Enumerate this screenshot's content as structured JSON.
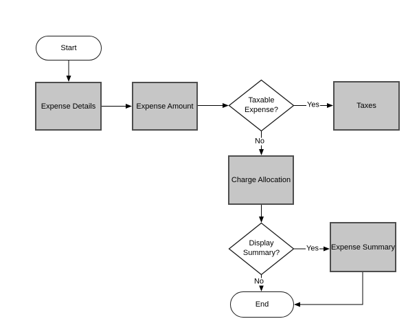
{
  "diagram": {
    "type": "flowchart",
    "colors": {
      "process_fill": "#C6C6C6",
      "process_border": "#4D4D4D",
      "terminator_fill": "#FFFFFF",
      "shape_outline": "#1A1A1A",
      "connector": "#000000",
      "background": "#FFFFFF"
    },
    "nodes": {
      "start": {
        "shape": "terminator",
        "label": "Start"
      },
      "expense_details": {
        "shape": "process",
        "label": "Expense Details"
      },
      "expense_amount": {
        "shape": "process",
        "label": "Expense Amount"
      },
      "taxable_expense": {
        "shape": "decision",
        "label_line1": "Taxable",
        "label_line2": "Expense?"
      },
      "taxes": {
        "shape": "process",
        "label": "Taxes"
      },
      "charge_allocation": {
        "shape": "process",
        "label": "Charge Allocation"
      },
      "display_summary": {
        "shape": "decision",
        "label_line1": "Display",
        "label_line2": "Summary?"
      },
      "expense_summary": {
        "shape": "process",
        "label": "Expense Summary"
      },
      "end": {
        "shape": "terminator",
        "label": "End"
      }
    },
    "edge_labels": {
      "taxable_yes": "Yes",
      "taxable_no": "No",
      "display_yes": "Yes",
      "display_no": "No"
    },
    "edges": [
      "start -> expense_details",
      "expense_details -> expense_amount",
      "expense_amount -> taxable_expense",
      "taxable_expense -Yes-> taxes",
      "taxable_expense -No-> charge_allocation",
      "charge_allocation -> display_summary",
      "display_summary -Yes-> expense_summary",
      "display_summary -No-> end",
      "expense_summary -> end"
    ]
  }
}
